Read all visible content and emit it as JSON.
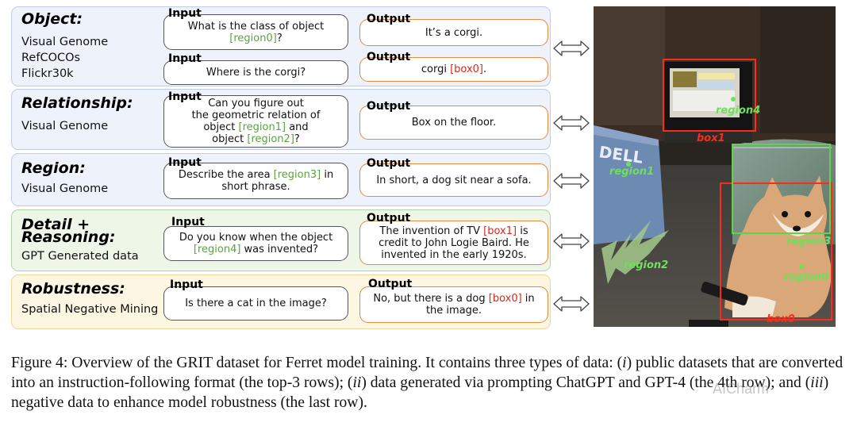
{
  "rows": [
    {
      "title": "Object:",
      "sources": [
        "Visual Genome",
        "RefCOCOs",
        "Flickr30k"
      ],
      "pairs": [
        {
          "input_label": "Input",
          "input": [
            "What is the class of object",
            "[region0]",
            "?"
          ],
          "output_label": "Output",
          "output": [
            "It’s a corgi."
          ]
        },
        {
          "input_label": "Input",
          "input": [
            "Where is the corgi?"
          ],
          "output_label": "Output",
          "output": [
            "corgi ",
            "[box0]",
            "."
          ]
        }
      ]
    },
    {
      "title": "Relationship:",
      "sources": [
        "Visual Genome"
      ],
      "pairs": [
        {
          "input_label": "Input",
          "input": [
            "Can you figure out",
            "the geometric relation of",
            "object ",
            "[region1]",
            " and",
            "object ",
            "[region2]",
            "?"
          ],
          "output_label": "Output",
          "output": [
            "Box on the floor."
          ]
        }
      ]
    },
    {
      "title": "Region:",
      "sources": [
        "Visual Genome"
      ],
      "pairs": [
        {
          "input_label": "Input",
          "input": [
            "Describe the area ",
            "[region3]",
            " in",
            "short phrase."
          ],
          "output_label": "Output",
          "output": [
            "In short, a dog sit near a sofa."
          ]
        }
      ]
    },
    {
      "title": "Detail +",
      "title2": "Reasoning:",
      "sources": [
        "GPT Generated data"
      ],
      "pairs": [
        {
          "input_label": "Input",
          "input": [
            "Do you know when the object",
            "[region4]",
            " was invented?"
          ],
          "output_label": "Output",
          "output": [
            "The invention of TV ",
            "[box1]",
            " is",
            "credit to John Logie Baird. He",
            "invented in the early 1920s."
          ]
        }
      ]
    },
    {
      "title": "Robustness:",
      "sources": [
        "Spatial Negative Mining"
      ],
      "pairs": [
        {
          "input_label": "Input",
          "input": [
            "Is there a cat in the image?"
          ],
          "output_label": "Output",
          "output": [
            "No, but there is a dog ",
            "[box0]",
            " in",
            "the image."
          ]
        }
      ]
    }
  ],
  "image_labels": {
    "region0": "region0",
    "region1": "region1",
    "region2": "region2",
    "region3": "region3",
    "region4": "region4",
    "box0": "box0",
    "box1": "box1",
    "dell": "DELL"
  },
  "caption": {
    "p1": "Figure 4: Overview of the GRIT dataset for Ferret model training. It contains three types of data: (",
    "i": "i",
    "p2": ") public datasets that are converted into an instruction-following format (the top-3 rows); (",
    "ii": "ii",
    "p3": ") data generated via prompting ChatGPT and GPT-4 (the 4th row); and (",
    "iii": "iii",
    "p4": ") negative data to enhance model robustness (the last row)."
  },
  "watermark": "AICharm",
  "colors": {
    "region_green": "#5aa43b",
    "box_red": "#d9281e",
    "output_border": "#e58a3a"
  }
}
